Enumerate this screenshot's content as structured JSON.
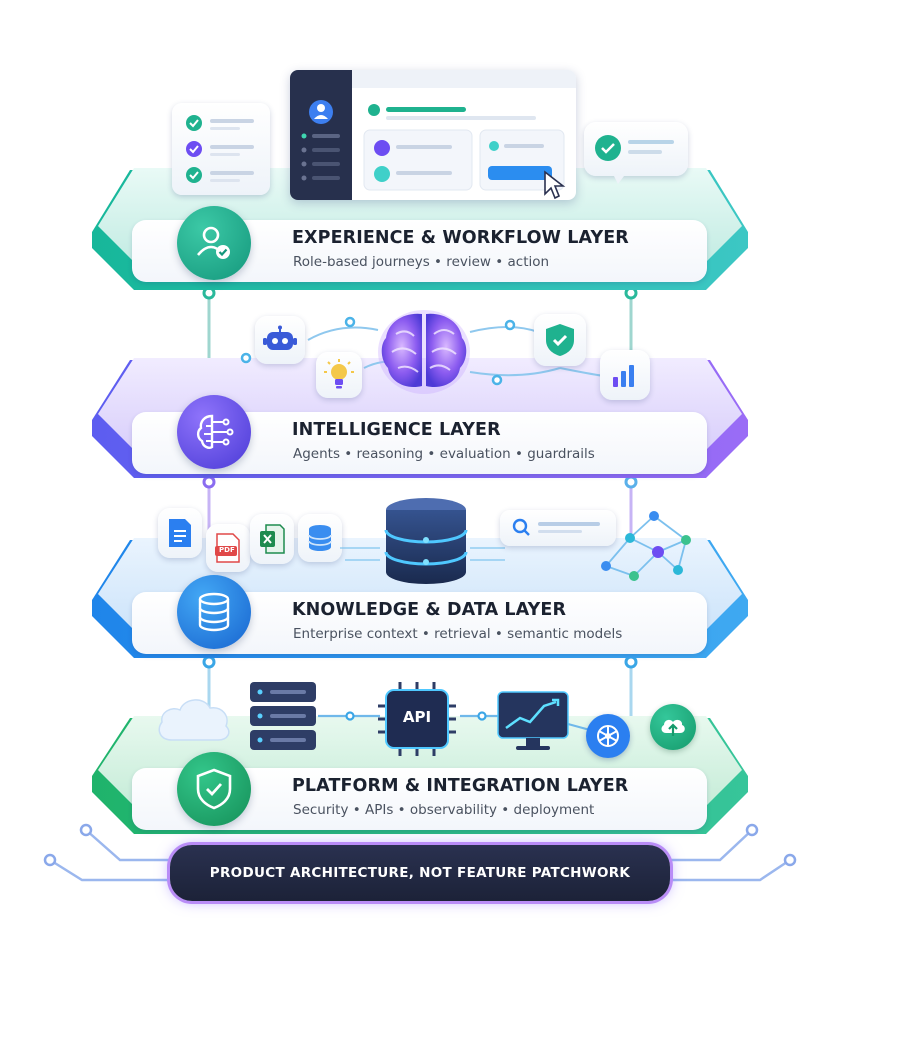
{
  "layers": [
    {
      "title": "EXPERIENCE & WORKFLOW LAYER",
      "subtitle": "Role-based journeys • review • action",
      "icon": "user-check-icon",
      "accent": "#1fb28f"
    },
    {
      "title": "INTELLIGENCE LAYER",
      "subtitle": "Agents • reasoning • evaluation • guardrails",
      "icon": "brain-circuit-icon",
      "accent": "#6d4df2"
    },
    {
      "title": "KNOWLEDGE & DATA LAYER",
      "subtitle": "Enterprise context • retrieval • semantic models",
      "icon": "database-icon",
      "accent": "#1f7fe6"
    },
    {
      "title": "PLATFORM & INTEGRATION LAYER",
      "subtitle": "Security • APIs • observability • deployment",
      "icon": "shield-check-icon",
      "accent": "#1faa6a"
    }
  ],
  "api_chip_label": "API",
  "pdf_badge_label": "PDF",
  "banner": {
    "text": "PRODUCT ARCHITECTURE, NOT FEATURE PATCHWORK"
  }
}
